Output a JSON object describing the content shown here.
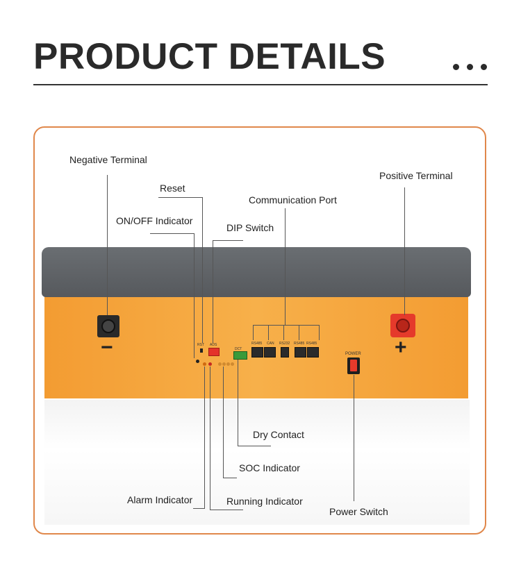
{
  "header": {
    "title": "PRODUCT DETAILS"
  },
  "callouts": {
    "negative_terminal": "Negative Terminal",
    "reset": "Reset",
    "on_off_indicator": "ON/OFF Indicator",
    "communication_port": "Communication Port",
    "dip_switch": "DIP Switch",
    "positive_terminal": "Positive Terminal",
    "dry_contact": "Dry Contact",
    "soc_indicator": "SOC Indicator",
    "alarm_indicator": "Alarm Indicator",
    "running_indicator": "Running Indicator",
    "power_switch": "Power Switch"
  },
  "panel_labels": {
    "rst": "RST",
    "ads": "ADS",
    "dct": "DCT",
    "rs485_a": "RS485",
    "can": "CAN",
    "rs232": "RS232",
    "rs485_b": "RS485",
    "rs485_c": "RS485",
    "power": "POWER",
    "minus": "−",
    "plus": "+"
  },
  "colors": {
    "accent_border": "#e0874a",
    "battery_orange": "#f5a43c",
    "lid_gray": "#5e6266",
    "positive_red": "#e53a2b"
  }
}
